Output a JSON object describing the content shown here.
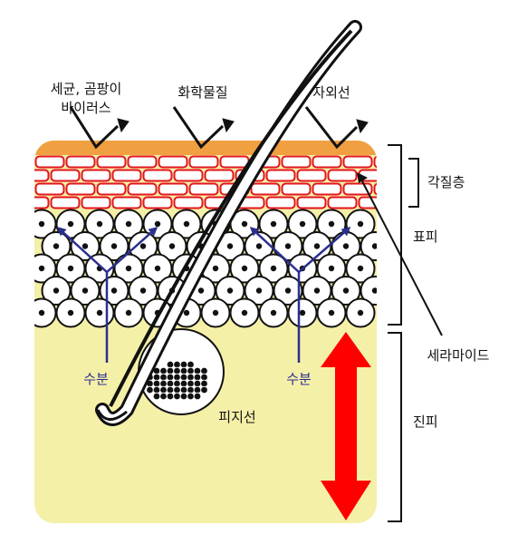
{
  "labels": {
    "bacteria_line1": "세균, 곰팡이",
    "bacteria_line2": "바이러스",
    "chemicals": "화학물질",
    "uv": "자외선",
    "stratum_corneum": "각질층",
    "epidermis": "표피",
    "ceramide": "세라마이드",
    "moisture_left": "수분",
    "moisture_right": "수분",
    "sebaceous_gland": "피지선",
    "dermis": "진피"
  },
  "colors": {
    "surface_layer": "#f0a040",
    "brick_mortar": "#e3141e",
    "brick_fill": "#ffffff",
    "skin_base": "#f5f0a8",
    "cell_outline": "#111111",
    "moisture_arrow": "#2a2f8f",
    "depth_arrow": "#ff0000",
    "hair": "#111111",
    "pointer_arrows": "#111111"
  },
  "icons": {
    "threat_arrows": "arrow-up-right-icon",
    "depth_indicator": "double-arrow-vertical-icon",
    "moisture_indicator": "branching-arrow-icon"
  }
}
